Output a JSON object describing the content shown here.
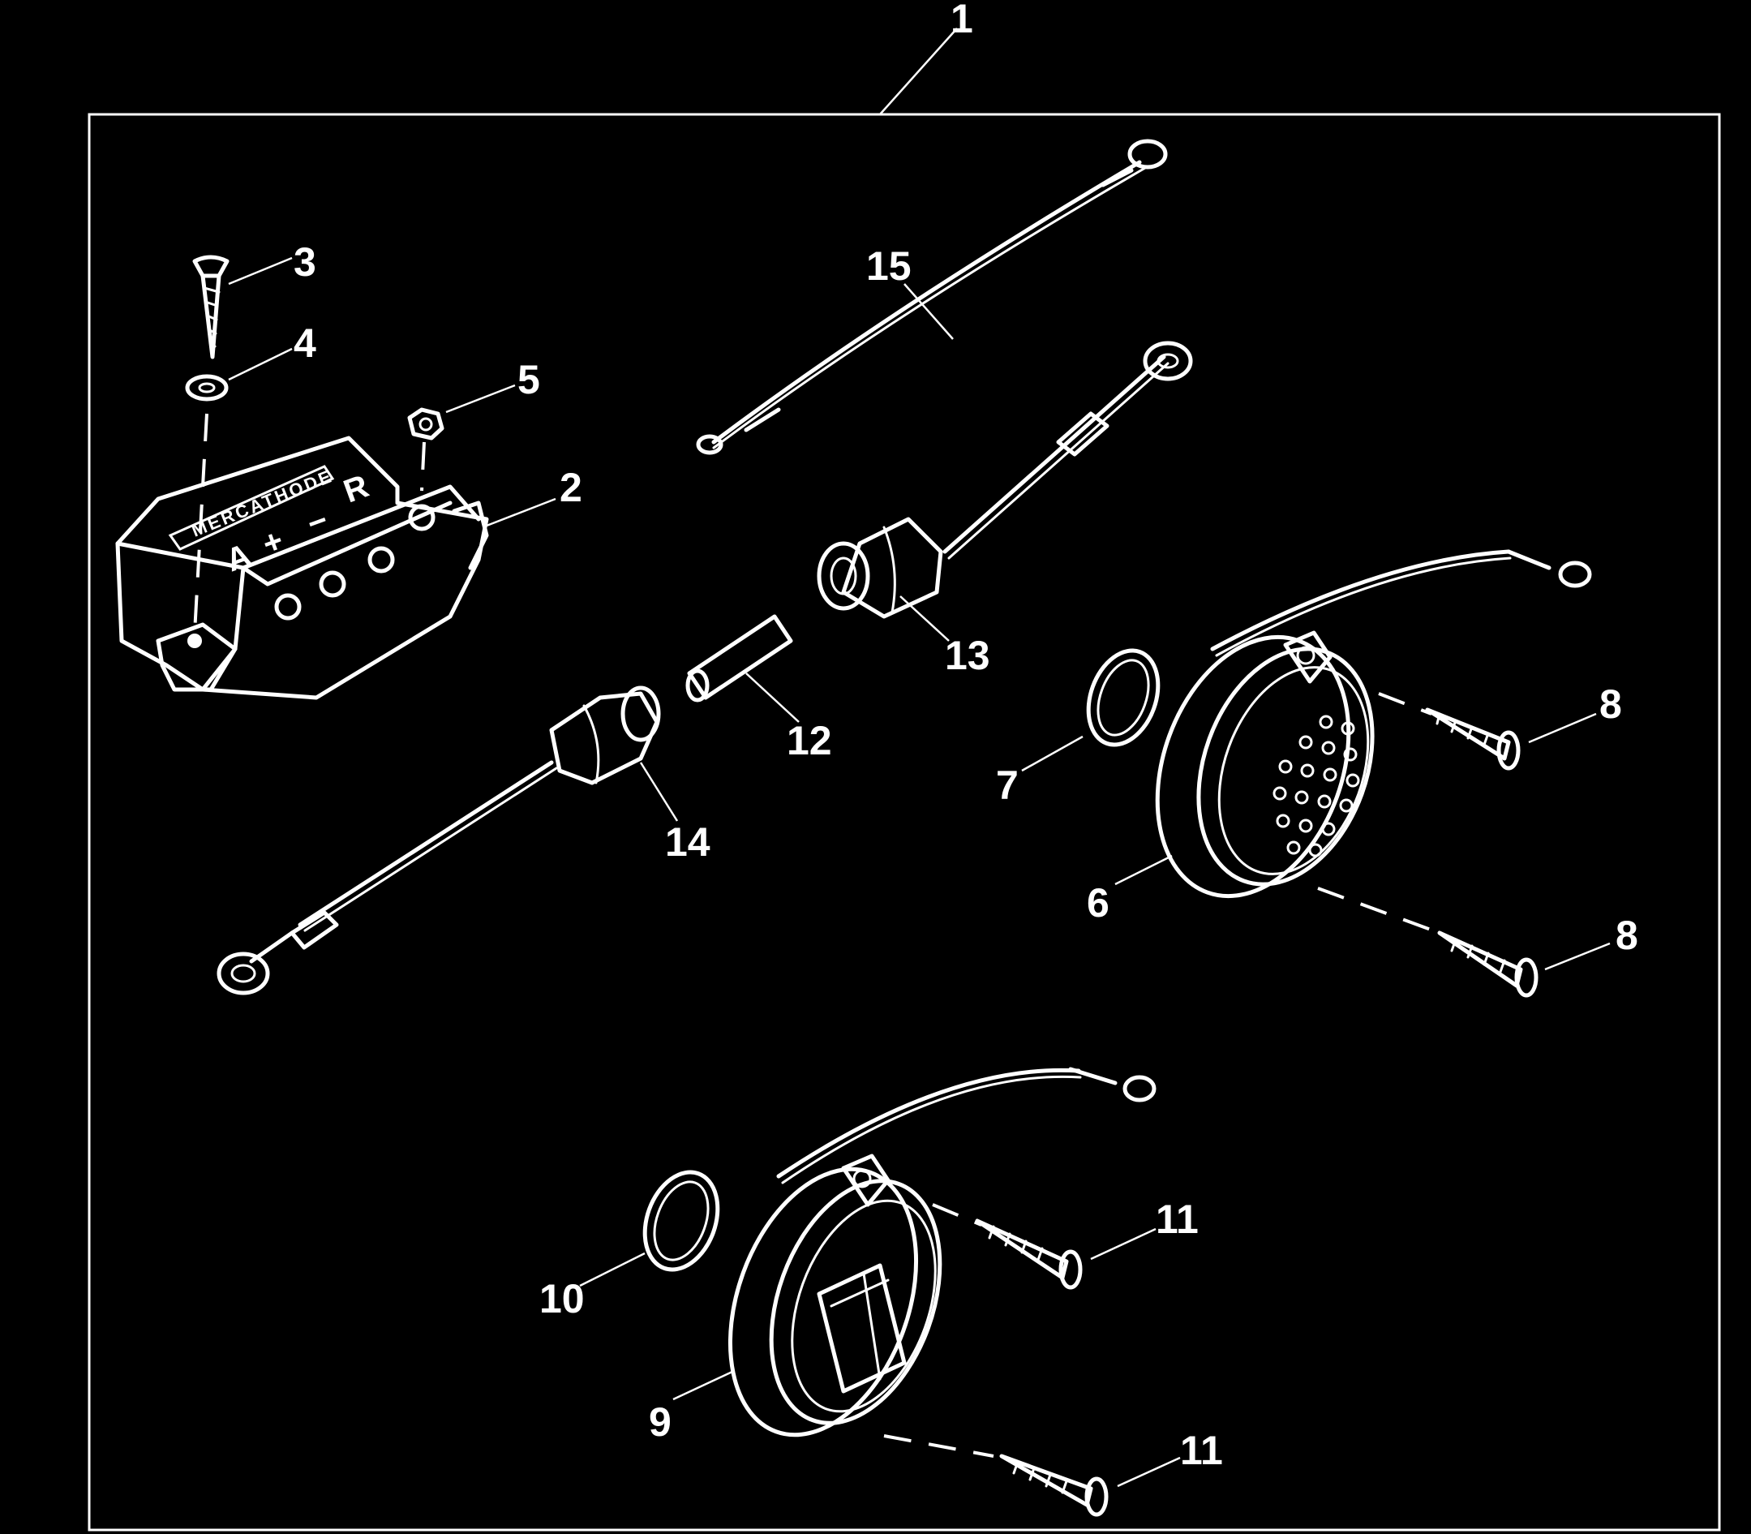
{
  "diagram": {
    "callouts": [
      {
        "id": "1",
        "label": "1"
      },
      {
        "id": "2",
        "label": "2"
      },
      {
        "id": "3",
        "label": "3"
      },
      {
        "id": "4",
        "label": "4"
      },
      {
        "id": "5",
        "label": "5"
      },
      {
        "id": "6",
        "label": "6"
      },
      {
        "id": "7",
        "label": "7"
      },
      {
        "id": "8a",
        "label": "8"
      },
      {
        "id": "8b",
        "label": "8"
      },
      {
        "id": "9",
        "label": "9"
      },
      {
        "id": "10",
        "label": "10"
      },
      {
        "id": "11a",
        "label": "11"
      },
      {
        "id": "11b",
        "label": "11"
      },
      {
        "id": "12",
        "label": "12"
      },
      {
        "id": "13",
        "label": "13"
      },
      {
        "id": "14",
        "label": "14"
      },
      {
        "id": "15",
        "label": "15"
      }
    ],
    "rectifier_brand": "MERCATHODE",
    "rectifier_terminals": [
      "A",
      "+",
      "−",
      "R"
    ]
  },
  "colors": {
    "background": "#000000",
    "lines": "#ffffff"
  }
}
